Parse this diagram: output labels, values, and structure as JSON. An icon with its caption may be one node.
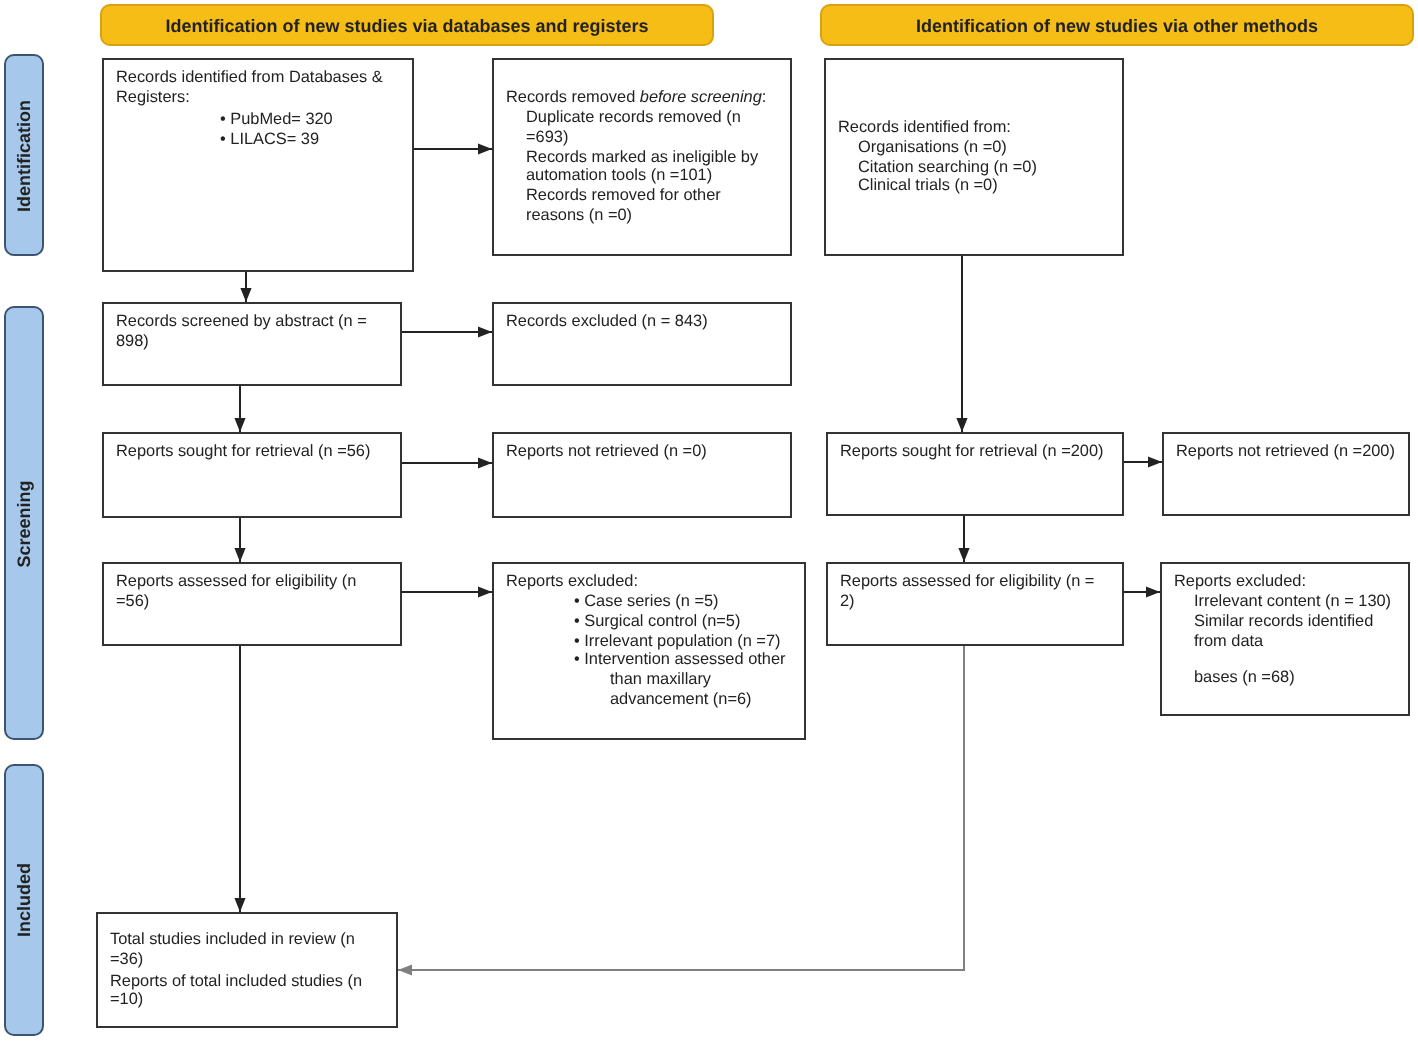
{
  "diagram": {
    "nodes": [
      {
        "text": [
          "Identification of new studies via databases and registers"
        ]
      },
      {
        "text": [
          "Identification of new studies via other methods"
        ]
      },
      {
        "text": [
          "Identification"
        ]
      },
      {
        "text": [
          "Screening"
        ]
      },
      {
        "text": [
          "Included"
        ]
      },
      {
        "text": [
          "Records identified from Databases & Registers:",
          "• PubMed= 320",
          "• LILACS= 39"
        ]
      },
      {
        "text": [
          "Records removed *before screening*:",
          "Duplicate records removed (n =693)",
          "Records marked as ineligible by automation tools (n =101)",
          "Records removed for other reasons (n =0)"
        ]
      },
      {
        "text": [
          "Records identified from:",
          "Organisations (n =0)",
          "Citation searching (n =0)",
          "Clinical trials (n =0)"
        ]
      },
      {
        "text": [
          "Records screened by abstract (n = 898)"
        ]
      },
      {
        "text": [
          "Records excluded (n = 843)"
        ]
      },
      {
        "text": [
          "Reports sought for retrieval (n =56)"
        ]
      },
      {
        "text": [
          "Reports not retrieved (n =0)"
        ]
      },
      {
        "text": [
          "Reports assessed for eligibility (n =56)"
        ]
      },
      {
        "text": [
          "Reports excluded:",
          "• Case series (n =5)",
          "• Surgical control (n=5)",
          "• Irrelevant population (n =7)",
          "• Intervention assessed other than maxillary advancement (n=6)"
        ]
      },
      {
        "text": [
          "Reports sought for retrieval (n =200)"
        ]
      },
      {
        "text": [
          "Reports not retrieved (n =200)"
        ]
      },
      {
        "text": [
          "Reports assessed for eligibility (n = 2)"
        ]
      },
      {
        "text": [
          "Reports excluded:",
          "Irrelevant content (n = 130)",
          "Similar records identified from data",
          "bases (n =68)"
        ]
      },
      {
        "text": [
          "Total studies included in review (n =36)",
          "Reports of total included studies (n =10)"
        ]
      }
    ],
    "edges": [
      {
        "from": 5,
        "to": 6,
        "arrow": "to"
      },
      {
        "from": 5,
        "to": 8,
        "arrow": "to"
      },
      {
        "from": 8,
        "to": 9,
        "arrow": "to"
      },
      {
        "from": 8,
        "to": 10,
        "arrow": "to"
      },
      {
        "from": 10,
        "to": 11,
        "arrow": "to"
      },
      {
        "from": 10,
        "to": 12,
        "arrow": "to"
      },
      {
        "from": 12,
        "to": 13,
        "arrow": "to"
      },
      {
        "from": 12,
        "to": 18,
        "arrow": "to"
      },
      {
        "from": 7,
        "to": 14,
        "arrow": "to"
      },
      {
        "from": 14,
        "to": 15,
        "arrow": "to"
      },
      {
        "from": 14,
        "to": 16,
        "arrow": "to"
      },
      {
        "from": 16,
        "to": 17,
        "arrow": "to"
      },
      {
        "from": 16,
        "to": 18,
        "arrow": "to",
        "color": "#808080"
      }
    ]
  }
}
